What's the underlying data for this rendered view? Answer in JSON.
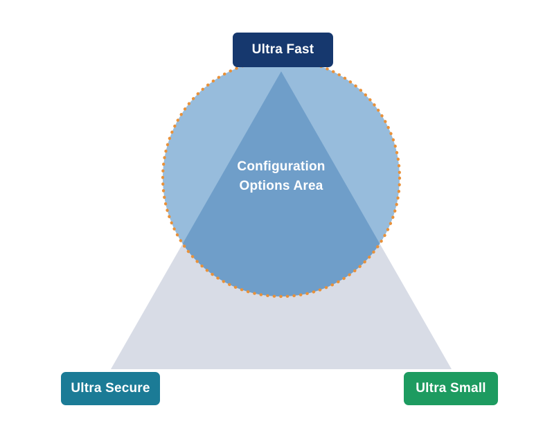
{
  "diagram": {
    "center_label": {
      "line1": "Configuration",
      "line2": "Options Area"
    },
    "nodes": [
      {
        "id": "ultra-fast",
        "label": "Ultra Fast"
      },
      {
        "id": "ultra-secure",
        "label": "Ultra Secure"
      },
      {
        "id": "ultra-small",
        "label": "Ultra Small"
      }
    ]
  },
  "colors": {
    "node-fast-bg": "#16386e",
    "node-secure-bg": "#1b7b96",
    "node-small-bg": "#1d9b60",
    "triangle-gray": "#d8dce6",
    "circle-blue": "#97bcdc",
    "inner-triangle-blue": "#6f9ec9",
    "dot-orange": "#e8913a",
    "label-text": "#ffffff"
  }
}
